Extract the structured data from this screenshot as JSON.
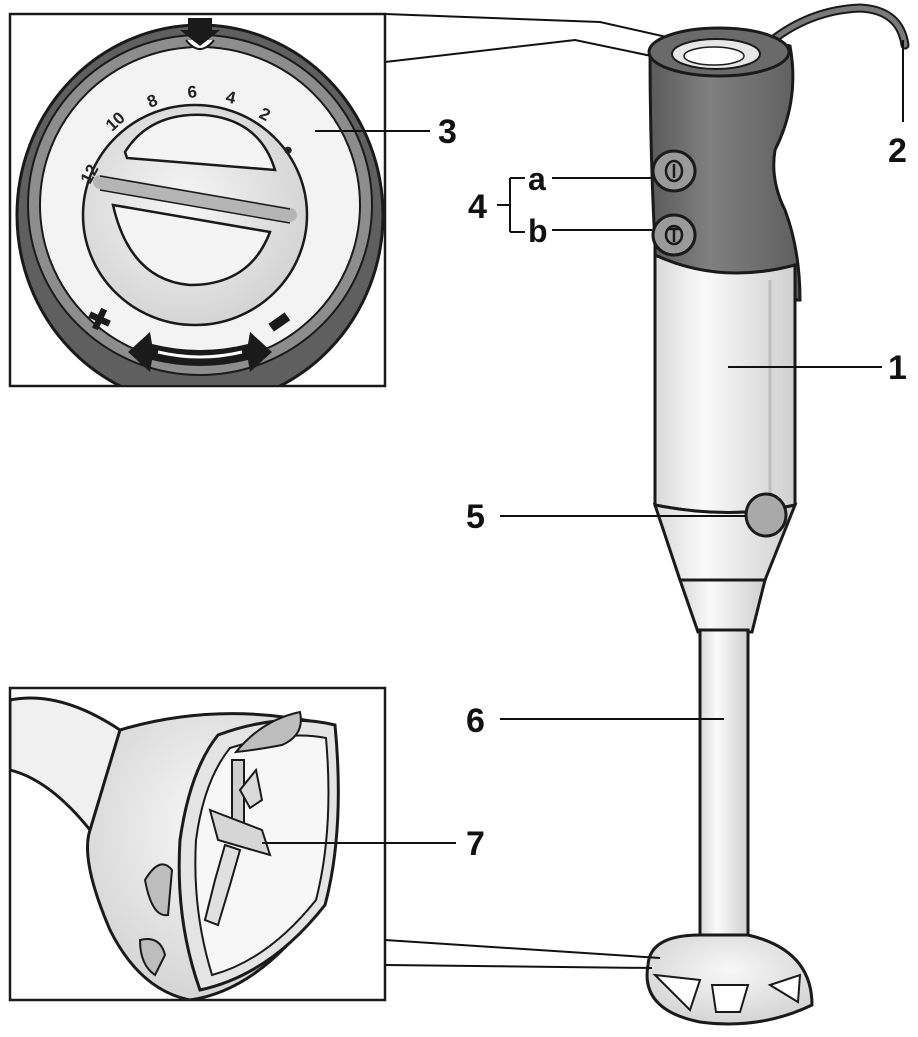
{
  "callouts": {
    "body": "1",
    "cable": "2",
    "speed_dial": "3",
    "buttons_group": "4",
    "button_a": "a",
    "button_b": "b",
    "release_button": "5",
    "blending_shaft": "6",
    "blade": "7"
  },
  "dial": {
    "scale": [
      "12",
      "10",
      "8",
      "6",
      "4",
      "2",
      "●"
    ],
    "plus_symbol": "✖",
    "minus_symbol": "▬"
  },
  "colors": {
    "housing_gray": "#6e6e6e",
    "body_light": "#f1f1f1",
    "line": "#1a1a1a"
  }
}
